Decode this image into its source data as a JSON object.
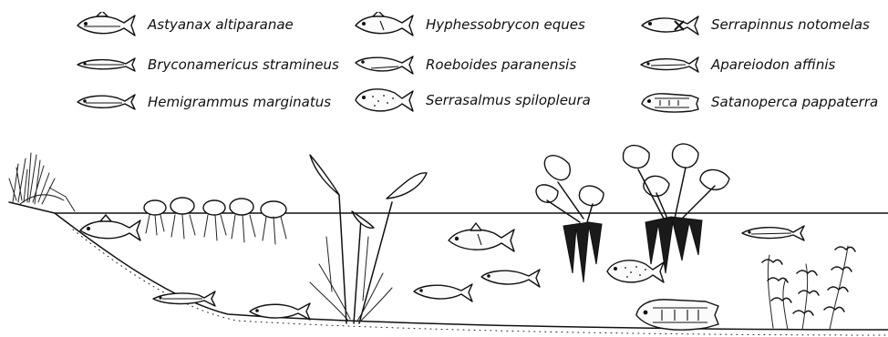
{
  "legend": [
    {
      "key": "astyanax",
      "label": "Astyanax altiparanae",
      "icon": "tetra-fish-icon"
    },
    {
      "key": "hyphessobrycon",
      "label": "Hyphessobrycon eques",
      "icon": "tetra-fish-icon"
    },
    {
      "key": "serrapinnus",
      "label": "Serrapinnus notomelas",
      "icon": "small-fish-icon"
    },
    {
      "key": "bryconamericus",
      "label": "Bryconamericus stramineus",
      "icon": "slender-fish-icon"
    },
    {
      "key": "roeboides",
      "label": "Roeboides paranensis",
      "icon": "glass-fish-icon"
    },
    {
      "key": "apareiodon",
      "label": "Apareiodon affinis",
      "icon": "slender-fish-icon"
    },
    {
      "key": "hemigrammus",
      "label": "Hemigrammus marginatus",
      "icon": "small-fish-icon"
    },
    {
      "key": "serrasalmus",
      "label": "Serrasalmus spilopleura",
      "icon": "piranha-fish-icon"
    },
    {
      "key": "satanoperca",
      "label": "Satanoperca pappaterra",
      "icon": "cichlid-fish-icon"
    }
  ],
  "colors": {
    "ink": "#111111",
    "background": "#ffffff"
  }
}
